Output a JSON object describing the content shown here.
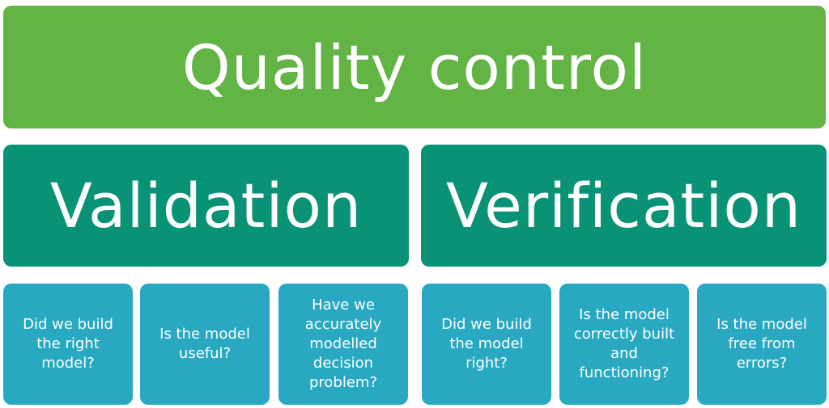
{
  "title": "Quality control",
  "branches": [
    {
      "label": "Validation",
      "questions": [
        "Did we build the right model?",
        "Is the model useful?",
        "Have we accurately modelled decision problem?"
      ]
    },
    {
      "label": "Verification",
      "questions": [
        "Did we build the model right?",
        "Is the model correctly built and functioning?",
        "Is the model free from errors?"
      ]
    }
  ],
  "colors": {
    "title_box": "#62b444",
    "branch_box": "#099276",
    "question_box": "#28a9c1",
    "text": "#ffffff"
  }
}
